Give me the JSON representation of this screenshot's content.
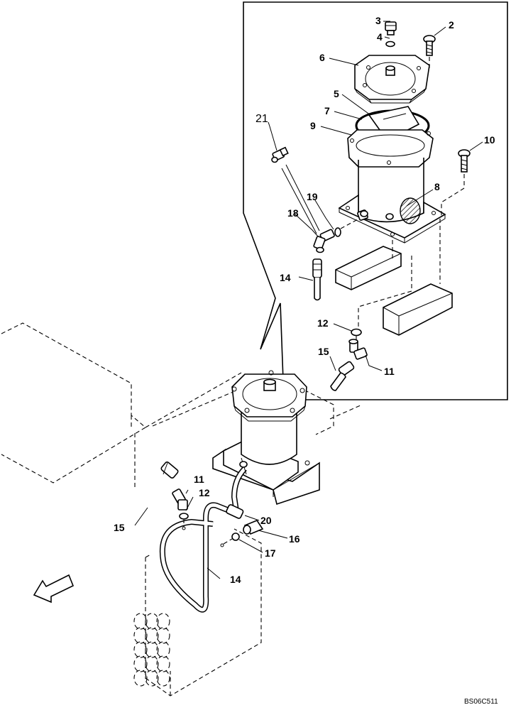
{
  "labels": {
    "l2": "2",
    "l3": "3",
    "l4": "4",
    "l5": "5",
    "l6": "6",
    "l7": "7",
    "l8": "8",
    "l9": "9",
    "l10": "10",
    "l11a": "11",
    "l11b": "11",
    "l12a": "12",
    "l12b": "12",
    "l14a": "14",
    "l14b": "14",
    "l15a": "15",
    "l15b": "15",
    "l16": "16",
    "l17": "17",
    "l18": "18",
    "l19": "19",
    "l20": "20",
    "l21": "21"
  },
  "drawing_code": "BS06C511"
}
